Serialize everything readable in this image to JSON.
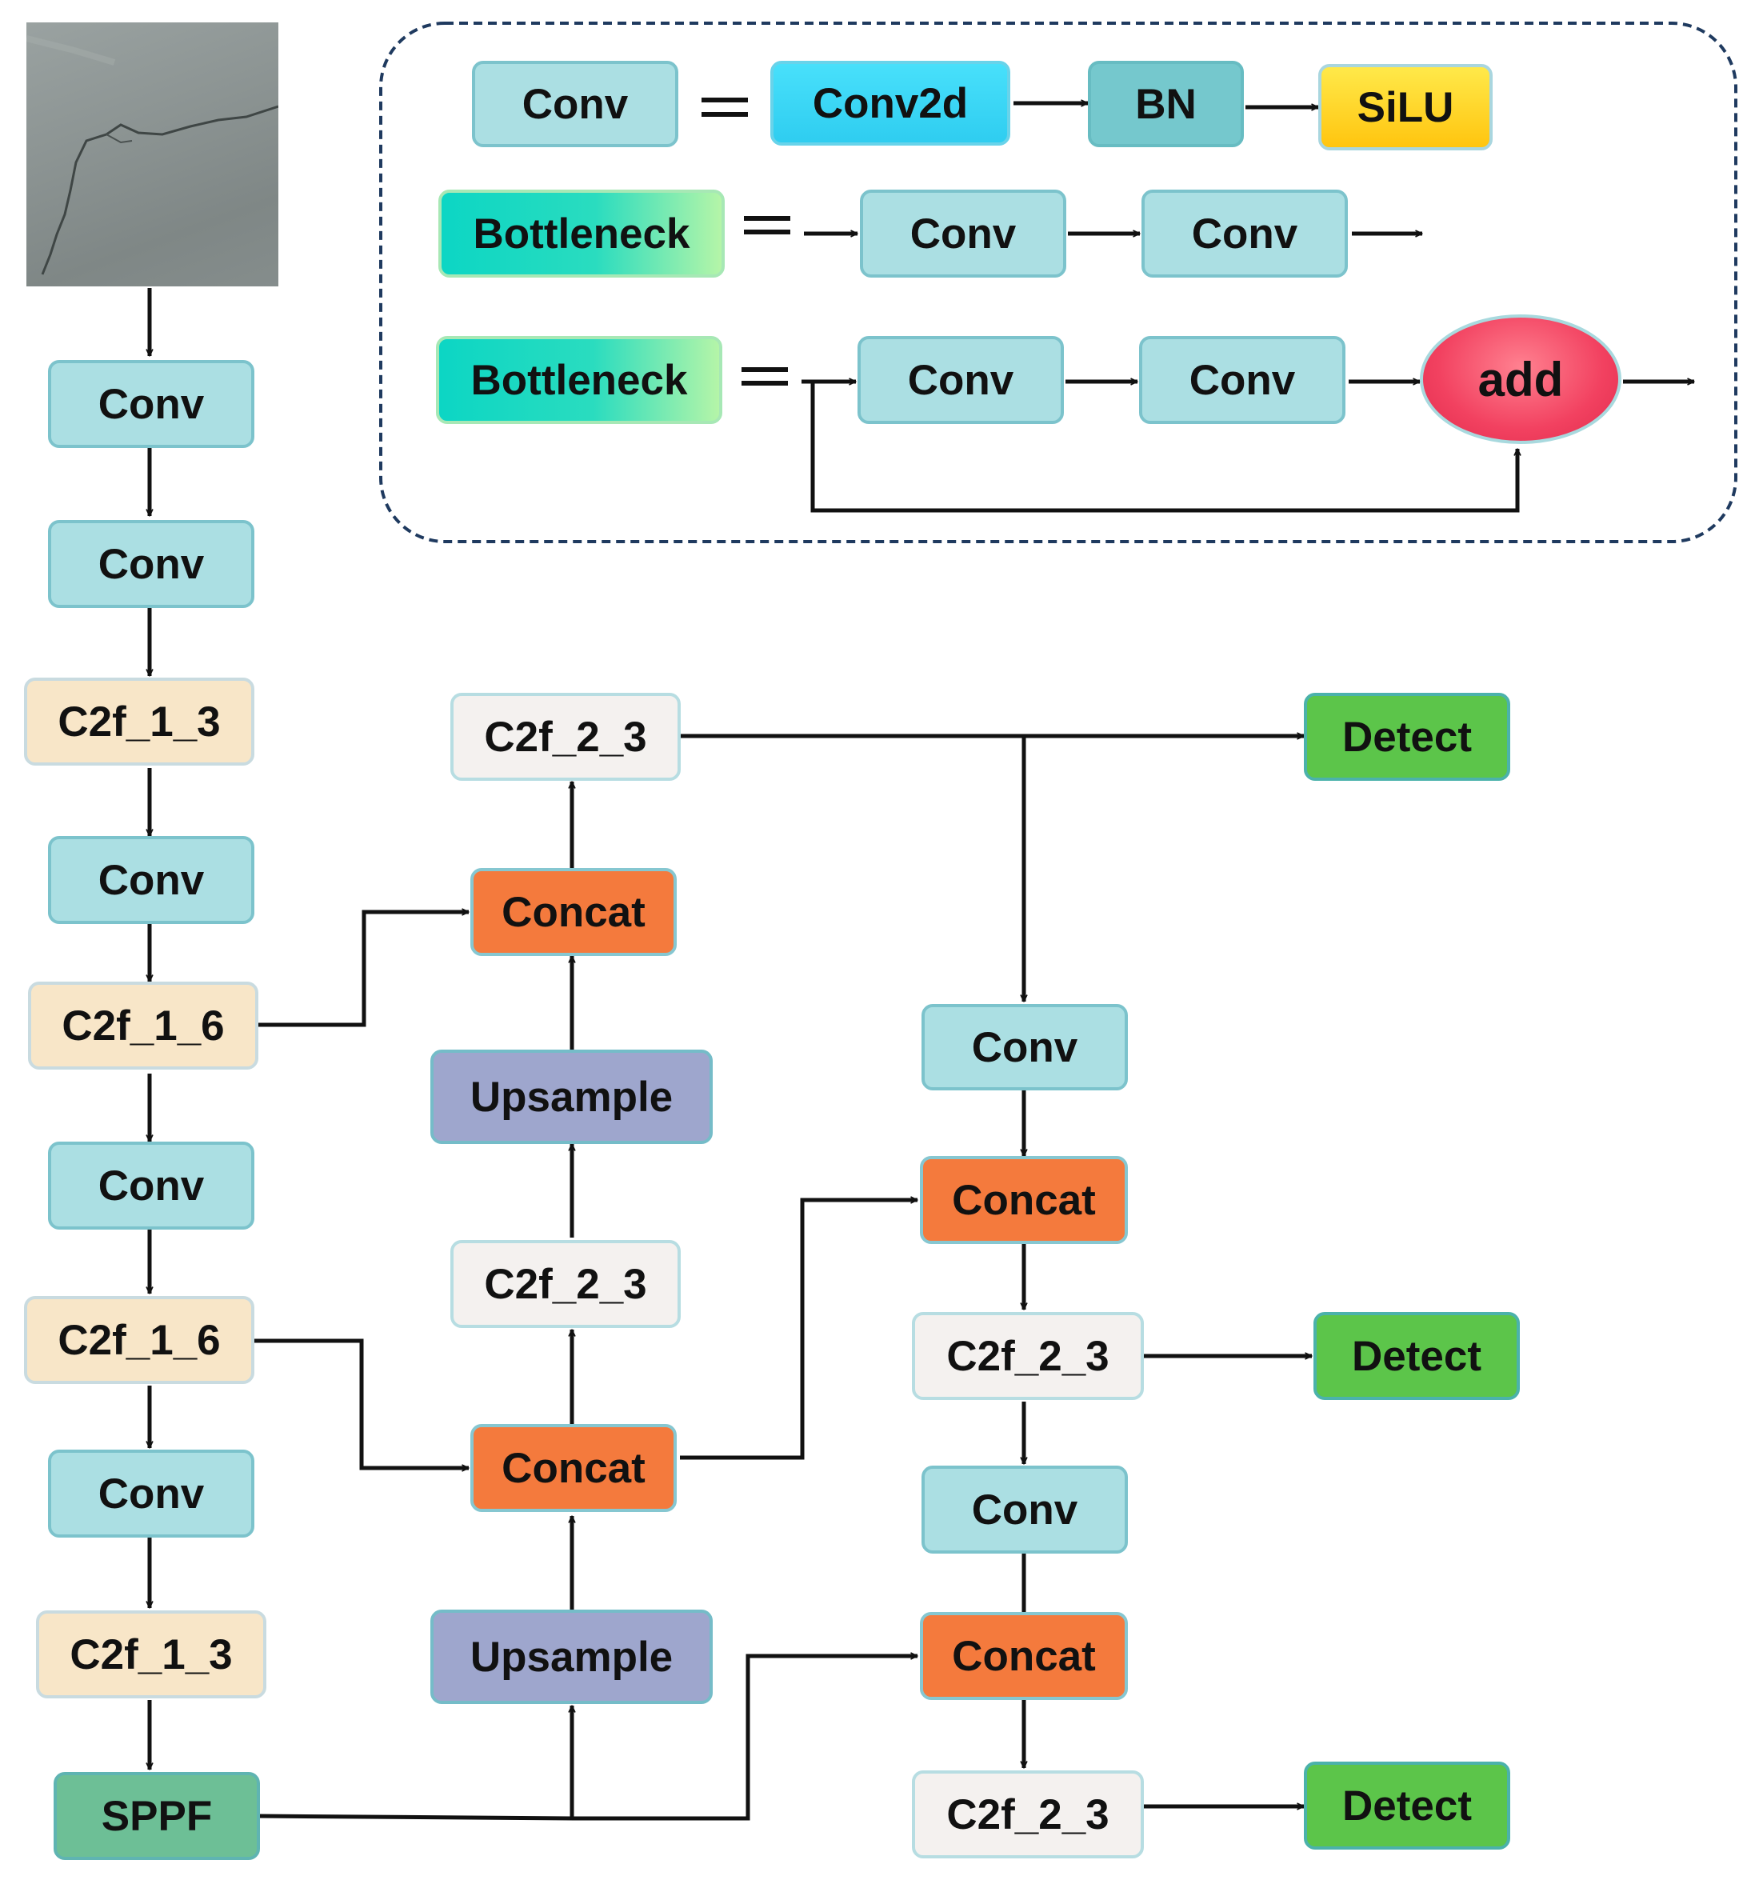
{
  "legend": {
    "conv_label": "Conv",
    "equals_1": "=",
    "conv2d_label": "Conv2d",
    "bn_label": "BN",
    "silu_label": "SiLU",
    "bottleneck_1_label": "Bottleneck",
    "equals_2": "=",
    "bottleneck_1_conv_1": "Conv",
    "bottleneck_1_conv_2": "Conv",
    "bottleneck_2_label": "Bottleneck",
    "equals_3": "=",
    "bottleneck_2_conv_1": "Conv",
    "bottleneck_2_conv_2": "Conv",
    "add_label": "add"
  },
  "backbone": {
    "conv_1": "Conv",
    "conv_2": "Conv",
    "c2f_1": "C2f_1_3",
    "conv_3": "Conv",
    "c2f_2": "C2f_1_6",
    "conv_4": "Conv",
    "c2f_3": "C2f_1_6",
    "conv_5": "Conv",
    "c2f_4": "C2f_1_3",
    "sppf": "SPPF"
  },
  "neck_up": {
    "c2f_top": "C2f_2_3",
    "concat_top": "Concat",
    "upsample_top": "Upsample",
    "c2f_mid": "C2f_2_3",
    "concat_bottom": "Concat",
    "upsample_bottom": "Upsample"
  },
  "neck_down": {
    "conv_1": "Conv",
    "concat_1": "Concat",
    "c2f_1": "C2f_2_3",
    "conv_2": "Conv",
    "concat_2": "Concat",
    "c2f_2": "C2f_2_3"
  },
  "heads": {
    "detect_1": "Detect",
    "detect_2": "Detect",
    "detect_3": "Detect"
  }
}
